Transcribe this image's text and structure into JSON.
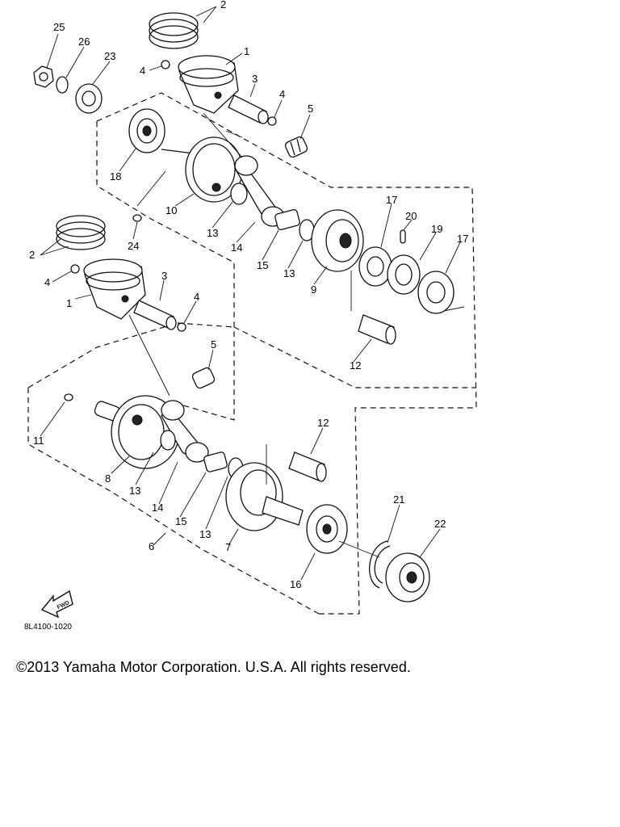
{
  "callouts": [
    "1",
    "2",
    "3",
    "4",
    "5",
    "6",
    "7",
    "8",
    "9",
    "10",
    "11",
    "12",
    "13",
    "14",
    "15",
    "16",
    "17",
    "18",
    "19",
    "20",
    "21",
    "22",
    "23",
    "24",
    "25",
    "26"
  ],
  "drawing_code": "8L4100-1020",
  "arrow_label": "FWD",
  "copyright": "©2013 Yamaha Motor Corporation. U.S.A. All rights reserved."
}
